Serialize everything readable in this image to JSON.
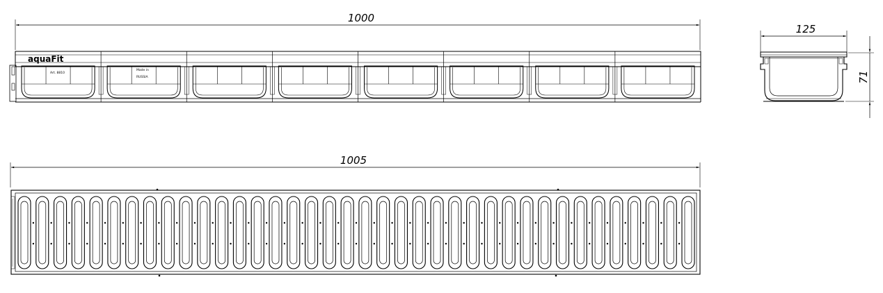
{
  "dimensions": {
    "channel_length": "1000",
    "grate_length": "1005",
    "section_width": "125",
    "section_height": "71"
  },
  "channel_markings": {
    "brand": "aquaFit",
    "article": "Art. 8810",
    "made_in_line1": "Made in",
    "made_in_line2": "RUSSIA"
  },
  "grate": {
    "slot_count": 38
  }
}
